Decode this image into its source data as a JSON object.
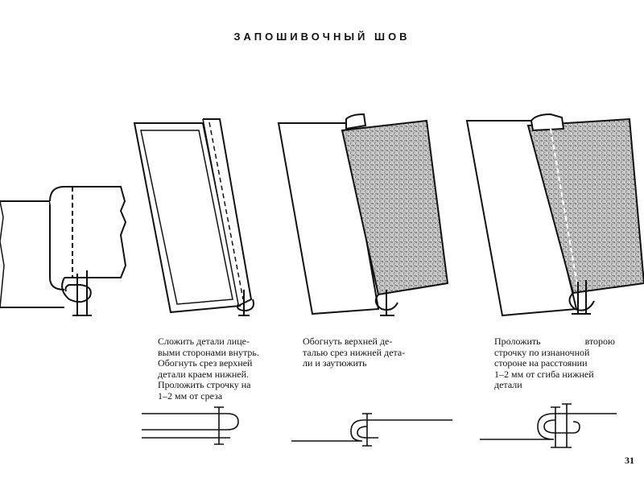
{
  "page": {
    "title": "ЗАПОШИВОЧНЫЙ ШОВ",
    "page_number": "31"
  },
  "captions": [
    {
      "lines": [
        "Сложить детали лице-",
        "выми сторонами внутрь.",
        "Обогнуть срез верхней",
        "детали краем нижней.",
        "Проложить строчку на",
        "1–2 мм от среза"
      ]
    },
    {
      "lines": [
        "Обогнуть верхней де-",
        "талью срез нижней дета-",
        "ли и заутюжить"
      ]
    },
    {
      "lines": [
        "Проложить второю",
        "строчку по изнаночной",
        "стороне на расстоянии",
        "1–2 мм от сгиба нижней",
        "детали"
      ]
    }
  ],
  "colors": {
    "ink": "#111111",
    "fabric_texture": "#b8b8b8",
    "paper": "#ffffff"
  }
}
